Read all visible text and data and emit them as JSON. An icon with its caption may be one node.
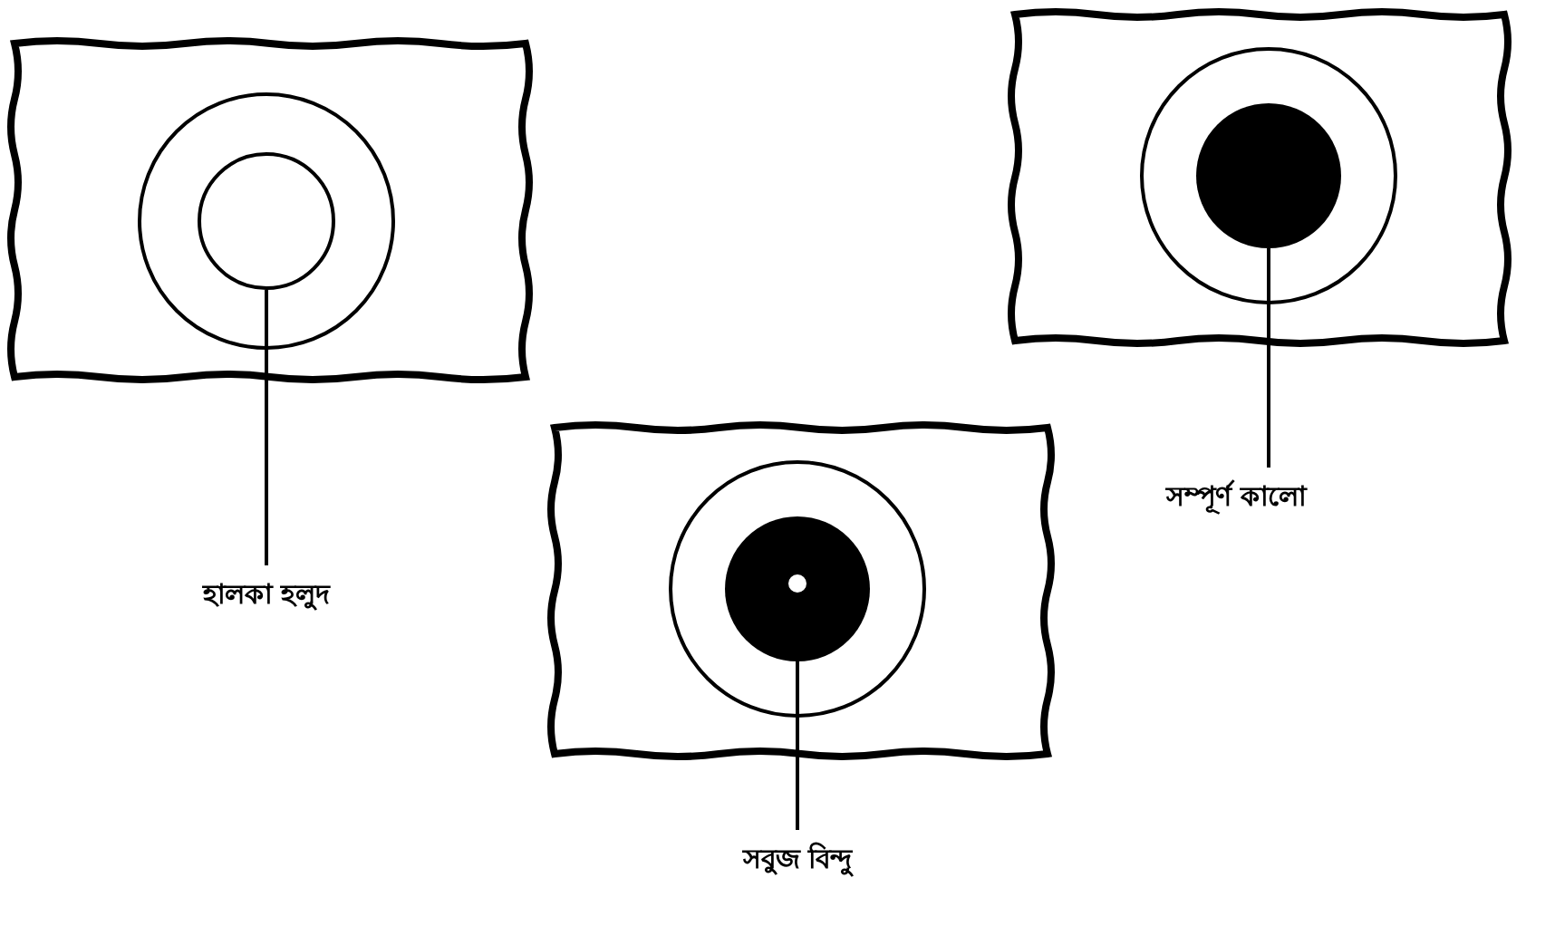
{
  "diagram": {
    "nodes": [
      {
        "text": [
          "হালকা হলুদ"
        ]
      },
      {
        "text": [],
        "shape": "circle"
      },
      {
        "text": [
          "সম্পূর্ণ কালো"
        ]
      },
      {
        "text": [],
        "shape": "circle"
      },
      {
        "text": [
          "সবুজ বিন্দু"
        ]
      },
      {
        "text": [],
        "shape": "circle"
      }
    ],
    "edges": [
      {
        "from": 0,
        "to": 1,
        "arrow": "none"
      },
      {
        "from": 2,
        "to": 3,
        "arrow": "none"
      },
      {
        "from": 4,
        "to": 5,
        "arrow": "none"
      }
    ]
  }
}
